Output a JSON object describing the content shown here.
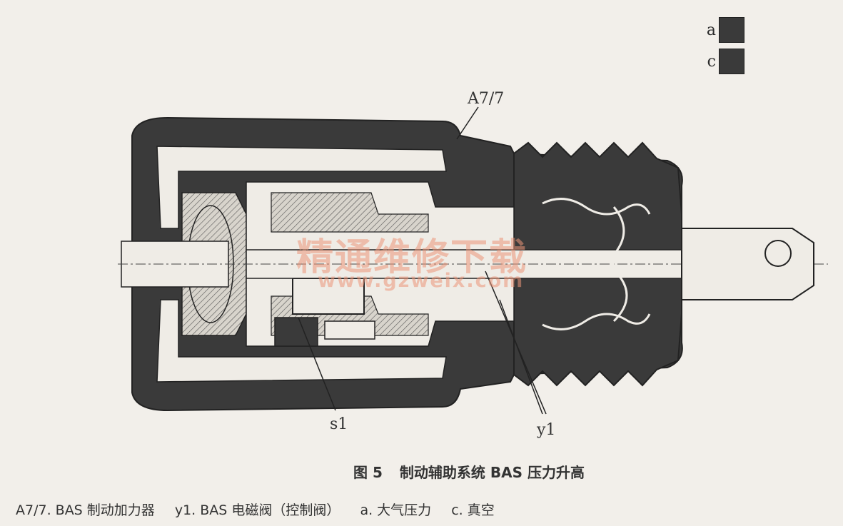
{
  "legend": [
    {
      "letter": "a",
      "color": "#3a3a3a"
    },
    {
      "letter": "c",
      "color": "#3a3a3a"
    }
  ],
  "labels": {
    "booster": "A7/7",
    "switch": "s1",
    "valve": "y1"
  },
  "figure": {
    "number": "图 5",
    "title": "制动辅助系统 BAS 压力升高",
    "caption": [
      "A7/7. BAS 制动加力器",
      "y1. BAS 电磁阀（控制阀）",
      "a. 大气压力",
      "c. 真空"
    ]
  },
  "watermark": {
    "cn": "精通维修下载",
    "url": "www.gzweix.com"
  },
  "colors": {
    "dark_fill": "#3a3a3a",
    "line": "#222222",
    "paper": "#f2efea"
  }
}
